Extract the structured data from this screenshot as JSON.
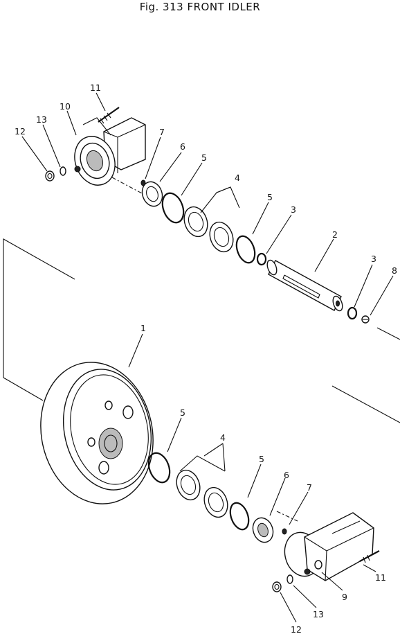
{
  "figure": {
    "title": "Fig. 313   FRONT IDLER"
  },
  "callouts": {
    "c1": "1",
    "c2": "2",
    "c3a": "3",
    "c3b": "3",
    "c4a": "4",
    "c4b": "4",
    "c5a": "5",
    "c5b": "5",
    "c5c": "5",
    "c5d": "5",
    "c6a": "6",
    "c6b": "6",
    "c7a": "7",
    "c7b": "7",
    "c8": "8",
    "c9": "9",
    "c10": "10",
    "c11a": "11",
    "c11b": "11",
    "c12a": "12",
    "c12b": "12",
    "c13a": "13",
    "c13b": "13"
  }
}
